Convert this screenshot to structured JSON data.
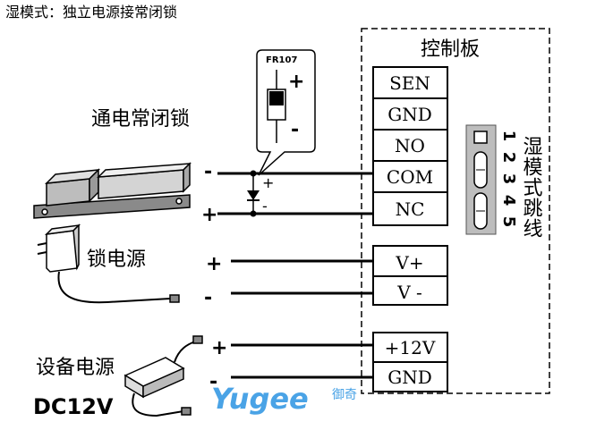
{
  "header": {
    "mode_title": "湿模式：独立电源接常闭锁"
  },
  "board": {
    "title": "控制板",
    "terminals": [
      "SEN",
      "GND",
      "NO",
      "COM",
      "NC"
    ],
    "power_in": [
      "V+",
      "V -"
    ],
    "device_power": [
      "+12V",
      "GND"
    ],
    "jumper_label": "湿模式跳线",
    "jumper_pins": [
      "1",
      "2",
      "3",
      "4",
      "5"
    ]
  },
  "lock": {
    "label": "通电常闭锁",
    "minus": "-",
    "plus": "+"
  },
  "diode": {
    "part": "FR107",
    "plus": "+",
    "minus": "-",
    "wire_plus": "+",
    "wire_minus": "-"
  },
  "lock_power": {
    "label": "锁电源",
    "plus": "+",
    "minus": "-"
  },
  "device_power_src": {
    "label": "设备电源",
    "voltage": "DC12V",
    "plus": "+",
    "minus": "-"
  },
  "watermark": {
    "brand": "Yugee",
    "cn": "御奇"
  },
  "colors": {
    "line": "#000000",
    "jumper_bg": "#bdbdbd",
    "watermark": "#4aa3e6",
    "box_fill": "#ffffff"
  }
}
